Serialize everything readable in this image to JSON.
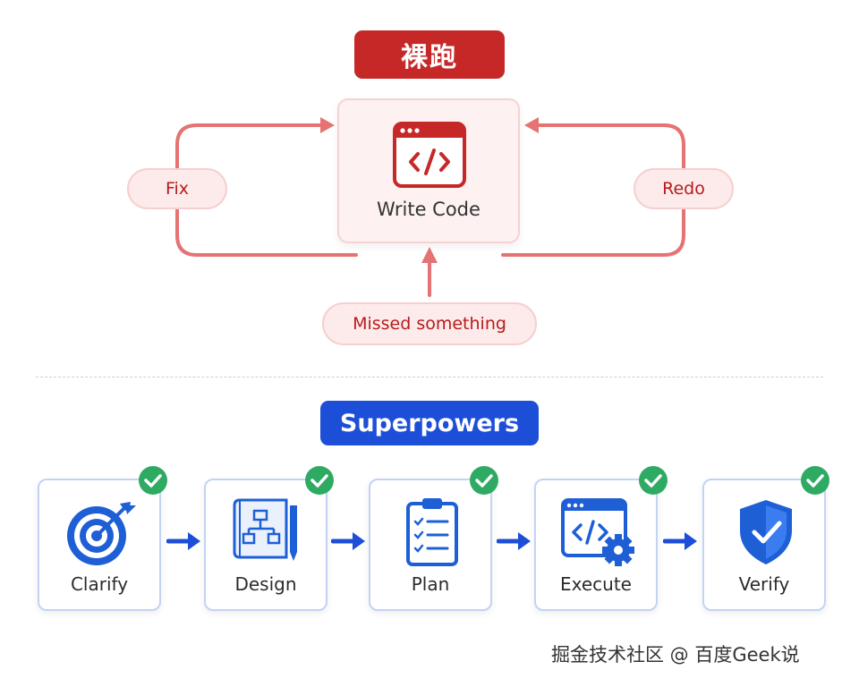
{
  "loop_section": {
    "title": "裸跑",
    "center_node": {
      "label": "Write Code",
      "icon": "code-window-icon"
    },
    "pills": {
      "fix": "Fix",
      "redo": "Redo",
      "missed": "Missed something"
    },
    "colors": {
      "accent": "#c62828",
      "line": "#e57373",
      "pill_bg": "#fdeaea"
    }
  },
  "flow_section": {
    "title": "Superpowers",
    "steps": [
      {
        "label": "Clarify",
        "icon": "target-icon",
        "checked": true
      },
      {
        "label": "Design",
        "icon": "blueprint-icon",
        "checked": true
      },
      {
        "label": "Plan",
        "icon": "clipboard-checklist-icon",
        "checked": true
      },
      {
        "label": "Execute",
        "icon": "code-gear-icon",
        "checked": true
      },
      {
        "label": "Verify",
        "icon": "shield-check-icon",
        "checked": true
      }
    ],
    "colors": {
      "accent": "#1d4ed8",
      "check": "#2eaa63",
      "border": "#c2d3f4"
    }
  },
  "watermark": "掘金技术社区 @ 百度Geek说"
}
